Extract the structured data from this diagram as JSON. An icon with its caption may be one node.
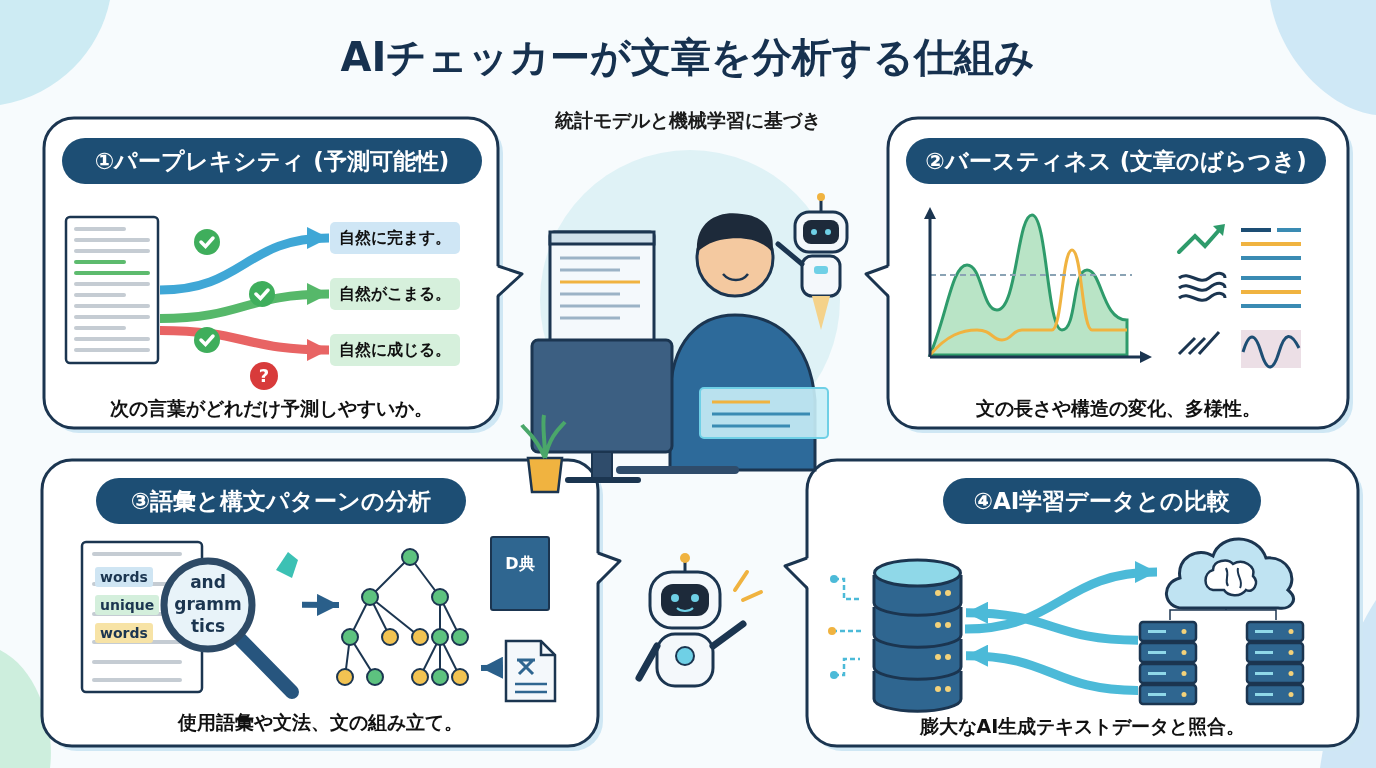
{
  "diagram": {
    "title": "AIチェッカーが文章を分析する仕組み",
    "nodes": [
      {
        "text": [
          "①パープレキシティ (予測可能性)",
          "次の言葉がどれだけ予測しやすいか。"
        ]
      },
      {
        "text": [],
        "shape": "picture",
        "in": 0
      },
      {
        "text": [
          "自然に完ます。"
        ],
        "in": 0
      },
      {
        "text": [
          "自然がこまる。"
        ],
        "in": 0
      },
      {
        "text": [
          "自然に成じる。"
        ],
        "in": 0
      },
      {
        "text": [
          "②バースティネス (文章のばらつき)",
          "文の長さや構造の変化、多様性。"
        ]
      },
      {
        "text": [
          "③語彙と構文パターンの分析",
          "使用語彙や文法、文の組み立て。"
        ]
      },
      {
        "text": [
          "and gramm tics"
        ],
        "in": 6
      },
      {
        "text": [],
        "shape": "picture",
        "in": 6
      },
      {
        "text": [],
        "shape": "picture",
        "in": 6
      },
      {
        "text": [
          "④AI学習データとの比較",
          "膨大なAI生成テキストデータと照合。"
        ]
      },
      {
        "text": [],
        "shape": "cylinder",
        "in": 10
      },
      {
        "text": [],
        "shape": "cloud",
        "in": 10
      },
      {
        "text": [],
        "shape": "picture",
        "in": 10
      }
    ],
    "edges": [
      {
        "from": 1,
        "to": 2,
        "arrow": "to",
        "color": "#3fa7d6"
      },
      {
        "from": 1,
        "to": 3,
        "arrow": "to",
        "color": "#56b86a"
      },
      {
        "from": 1,
        "to": 4,
        "arrow": "to",
        "color": "#e86464"
      },
      {
        "from": 7,
        "to": 8,
        "arrow": "to",
        "color": "#2a5f8a"
      },
      {
        "from": 9,
        "to": 8,
        "arrow": "to",
        "color": "#2a5f8a"
      },
      {
        "from": 11,
        "to": 12,
        "arrow": "to",
        "color": "#4cbad8"
      },
      {
        "from": 13,
        "to": 11,
        "arrow": "to",
        "color": "#4cbad8"
      },
      {
        "from": 13,
        "to": 11,
        "arrow": "to",
        "color": "#4cbad8"
      }
    ],
    "labels": [
      "統計モデルと機械学習に基づき",
      "?",
      "words",
      "unique",
      "words",
      "D典"
    ]
  }
}
